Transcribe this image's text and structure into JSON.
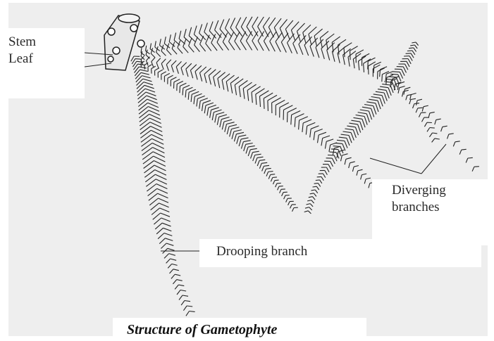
{
  "labels": {
    "stem": "Stem",
    "leaf": "Leaf",
    "diverging_line1": "Diverging",
    "diverging_line2": "branches",
    "drooping": "Drooping branch"
  },
  "caption": "Structure of Gametophyte",
  "colors": {
    "background": "#eeeeee",
    "ink": "#222222",
    "label_box": "#ffffff"
  }
}
